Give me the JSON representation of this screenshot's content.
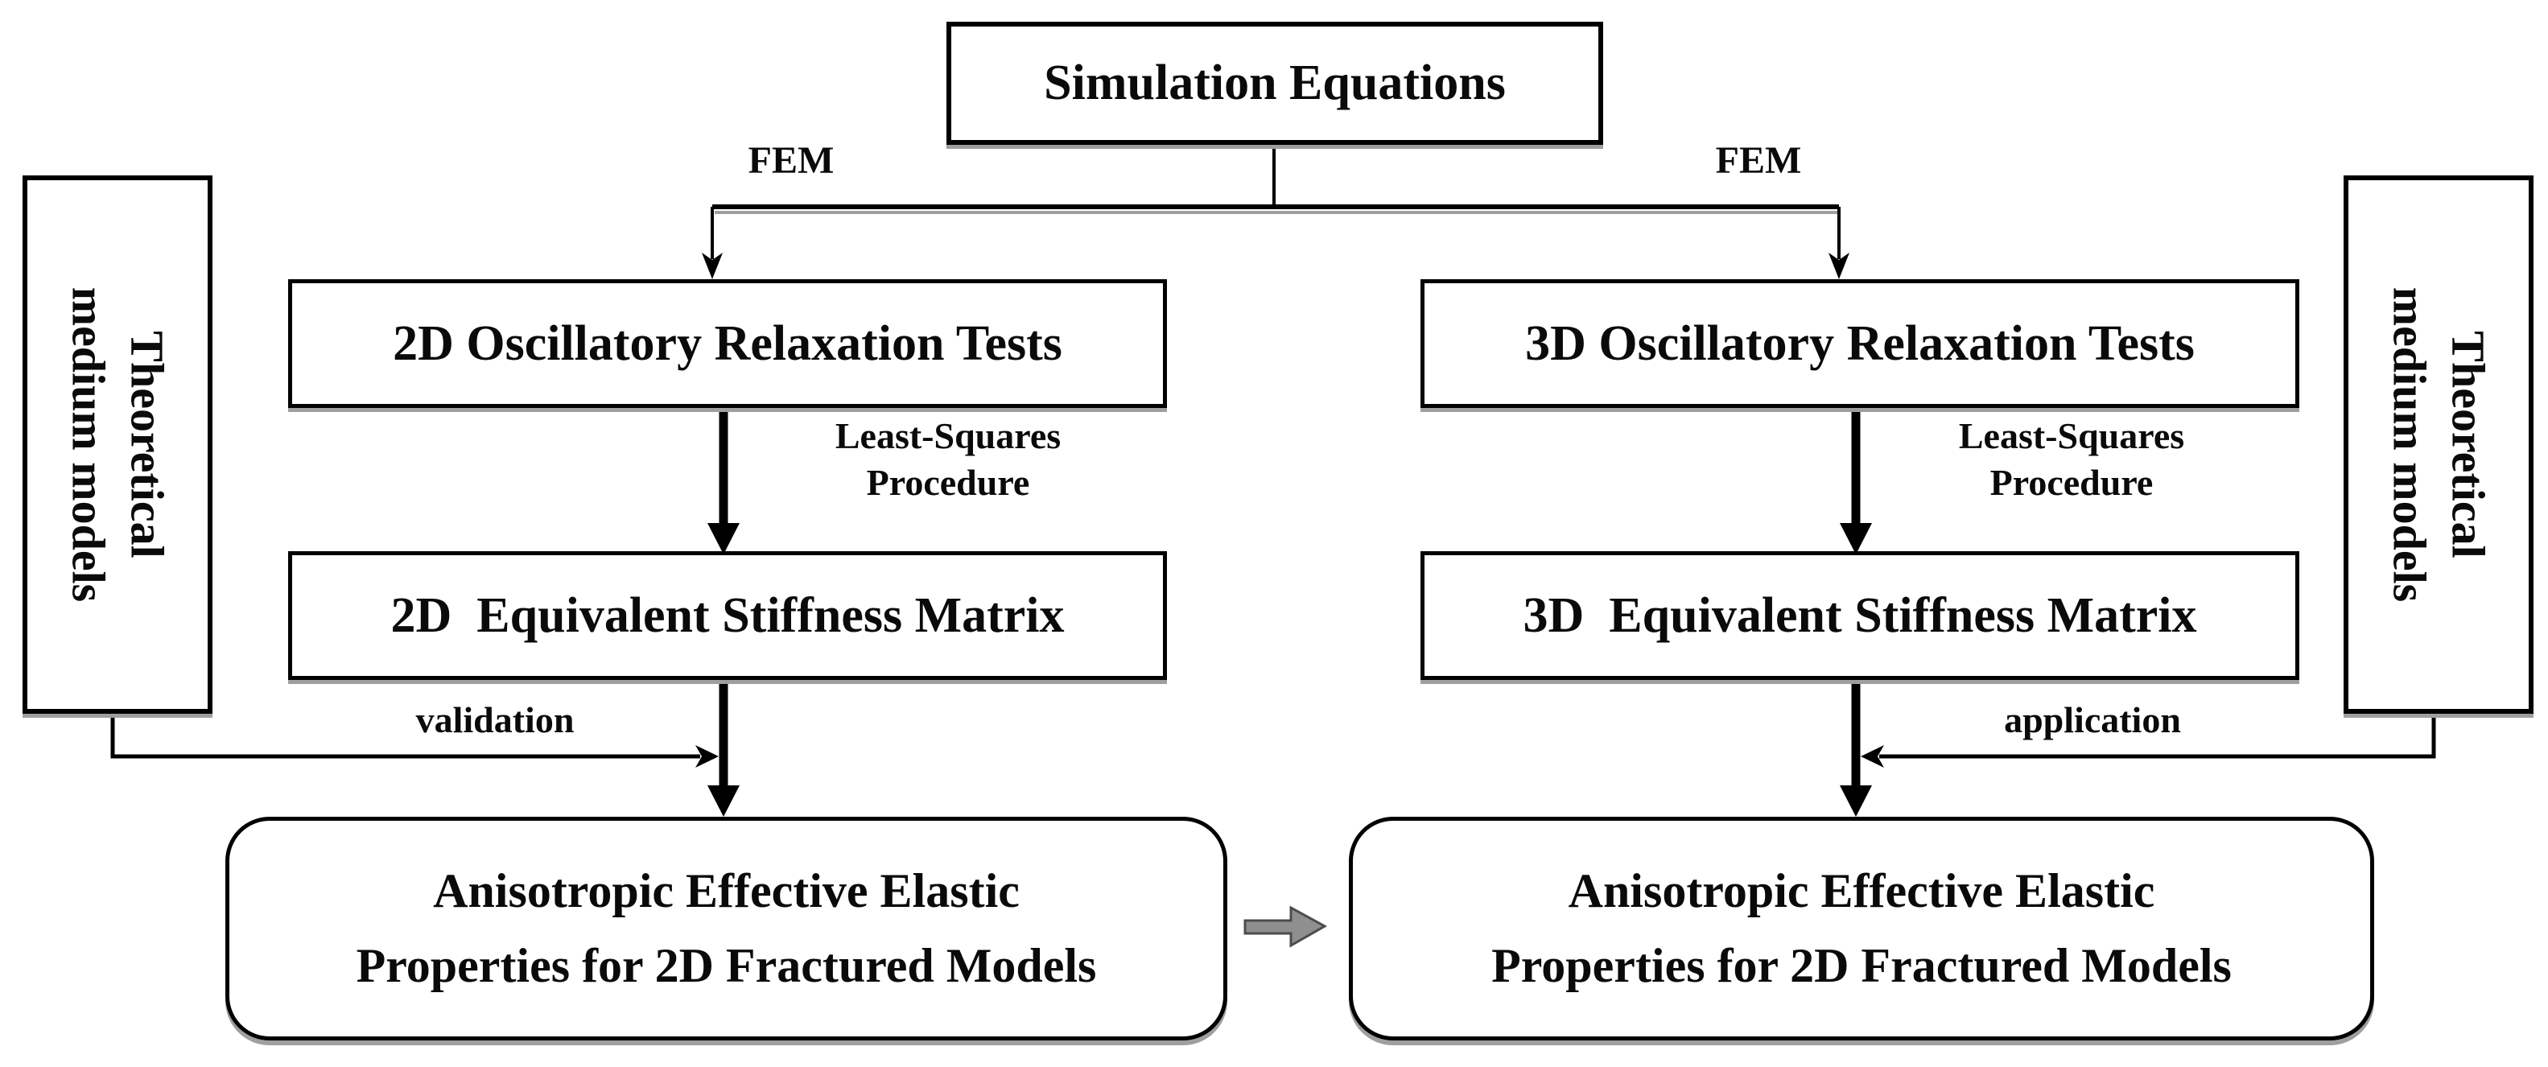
{
  "diagram": {
    "title": "Workflow flowchart of oscillatory relaxation simulation",
    "colors": {
      "background": "#ffffff",
      "ink": "#000000",
      "line_shadow": "#9f9f9f",
      "gray_arrow_fill": "#8f8f8f",
      "gray_arrow_stroke": "#4c4c4c"
    },
    "nodes": {
      "simulation_equations": "Simulation Equations",
      "oscillatory_2d": "2D Oscillatory Relaxation Tests",
      "oscillatory_3d": "3D Oscillatory Relaxation Tests",
      "stiffness_2d": "2D  Equivalent Stiffness Matrix",
      "stiffness_3d": "3D  Equivalent Stiffness Matrix",
      "result_left_line1": "Anisotropic Effective Elastic",
      "result_left_line2": "Properties for 2D Fractured Models",
      "result_right_line1": "Anisotropic Effective Elastic",
      "result_right_line2": "Properties for 2D Fractured Models",
      "theoretical_left_line1": "Theoretical",
      "theoretical_left_line2": "medium models",
      "theoretical_right_line1": "Theoretical",
      "theoretical_right_line2": "medium models"
    },
    "edge_labels": {
      "fem_left": "FEM",
      "fem_right": "FEM",
      "least_squares_left_line1": "Least-Squares",
      "least_squares_left_line2": "Procedure",
      "least_squares_right_line1": "Least-Squares",
      "least_squares_right_line2": "Procedure",
      "validation": "validation",
      "application": "application"
    }
  }
}
